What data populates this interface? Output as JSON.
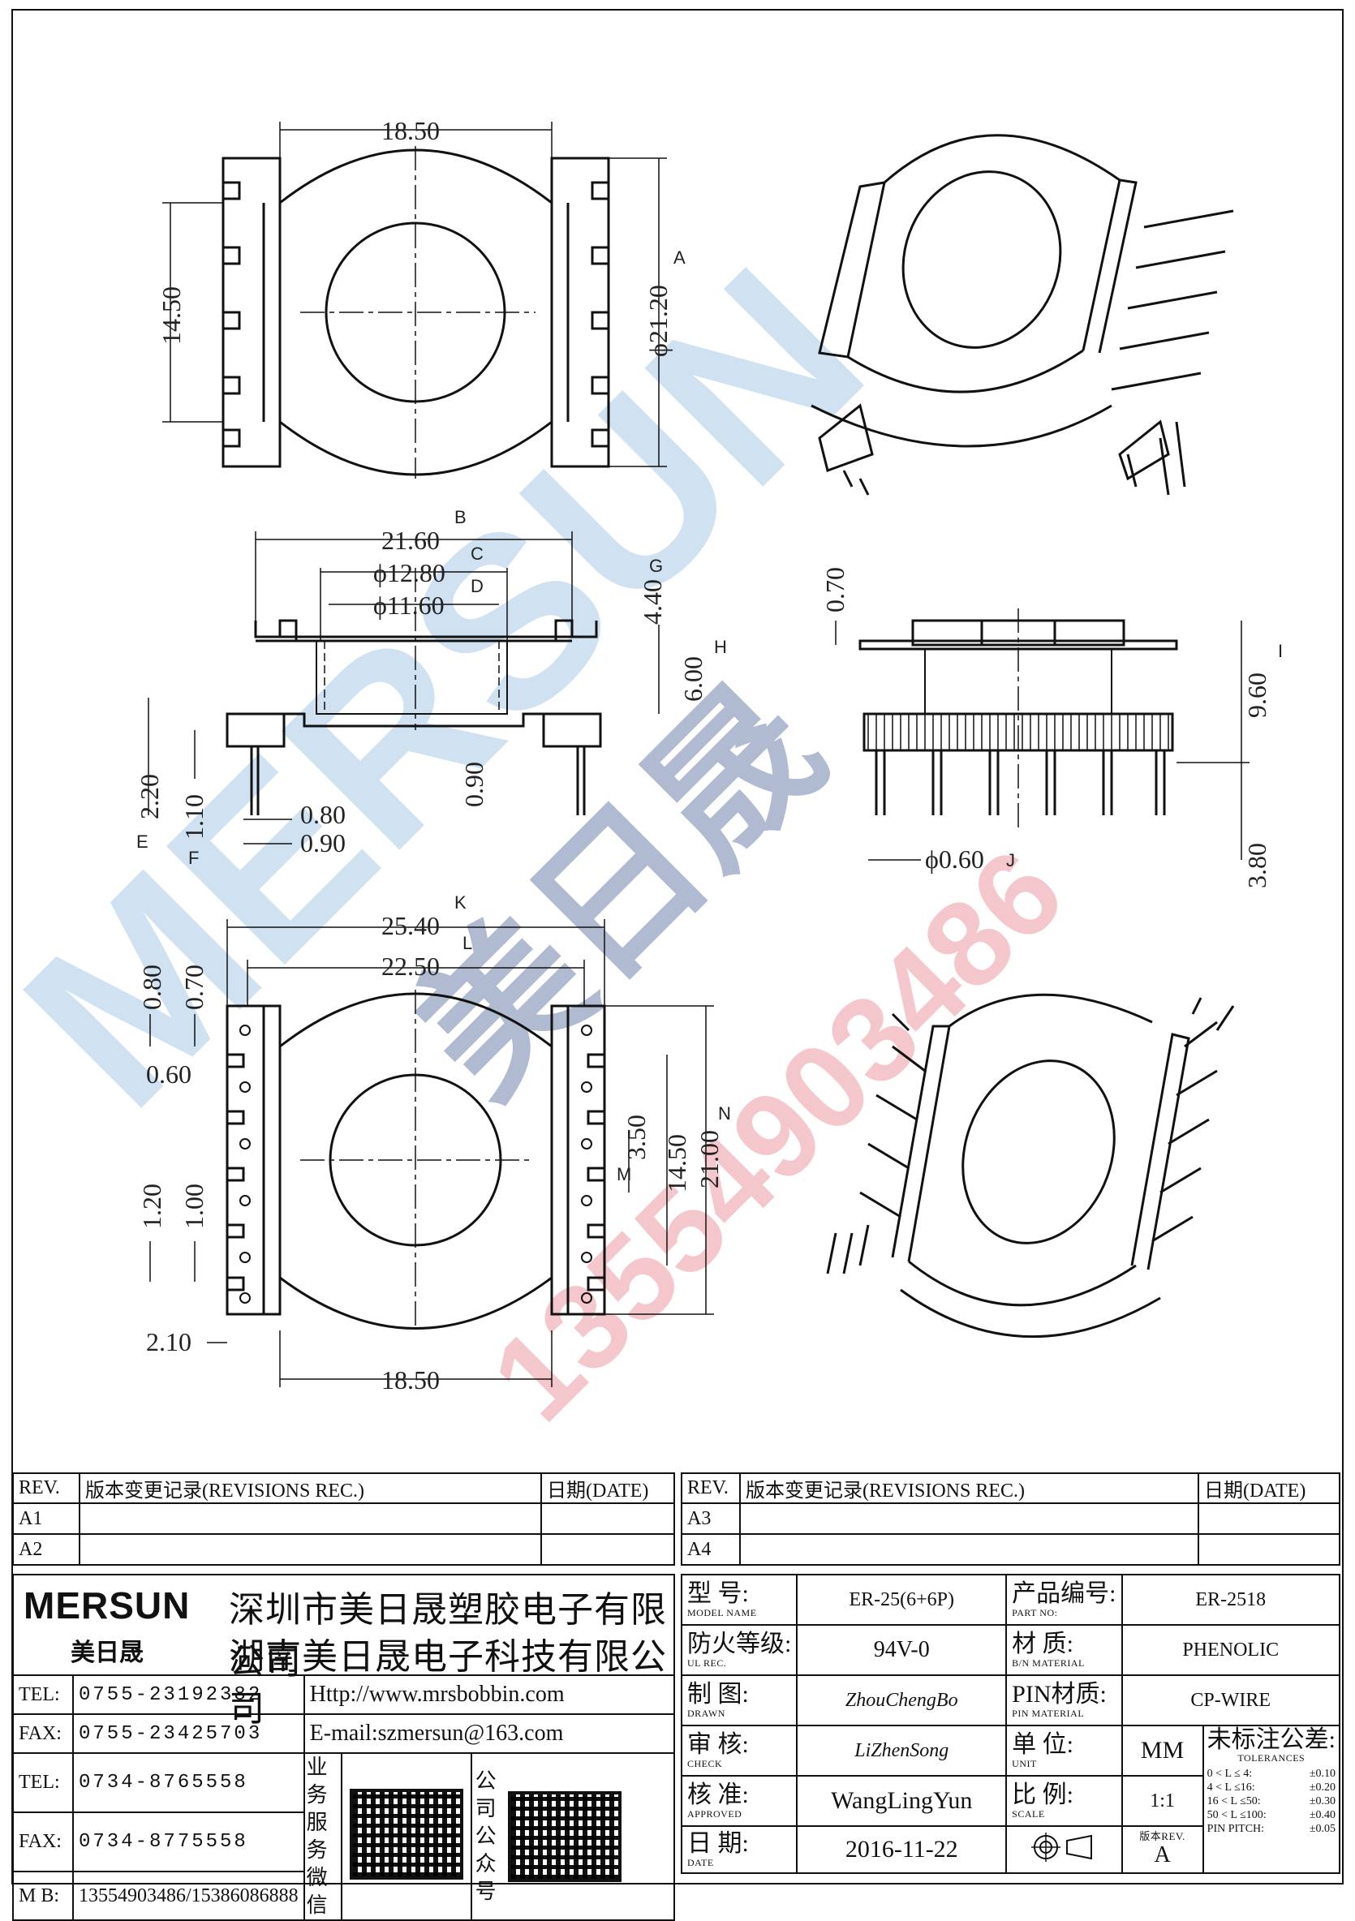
{
  "dimensions": {
    "top_view": {
      "width": "18.50",
      "height": "14.50",
      "diameter": "ϕ21.20",
      "ref_diameter": "A"
    },
    "side_view": {
      "w1": "21.60",
      "w1_ref": "B",
      "d1": "ϕ12.80",
      "d1_ref": "C",
      "d2": "ϕ11.60",
      "d2_ref": "D",
      "h_top": "4.40",
      "h_top_ref": "G",
      "h_mid": "6.00",
      "h_mid_ref": "H",
      "pin_len": "2.20",
      "pin_len_ref": "E",
      "pin_step": "1.10",
      "pin_step_ref": "F",
      "pin_w1": "0.80",
      "pin_w2": "0.90",
      "flange": "0.90"
    },
    "front_view": {
      "top": "0.70",
      "height": "9.60",
      "height_ref": "I",
      "pin_d": "ϕ0.60",
      "pin_d_ref": "J",
      "pin_len": "3.80"
    },
    "bottom_view": {
      "w1": "25.40",
      "w1_ref": "K",
      "w2": "22.50",
      "w2_ref": "L",
      "d_a": "0.80",
      "d_b": "0.70",
      "d_c": "0.60",
      "d_d": "1.20",
      "d_e": "1.00",
      "d_f": "2.10",
      "pitch": "3.50",
      "pitch_ref": "M",
      "span": "14.50",
      "span_ref": "N",
      "total": "21.00",
      "bottom": "18.50"
    }
  },
  "watermark": {
    "brand": "MERSUN",
    "chars": "美日晟",
    "phone": "13554903486"
  },
  "title_block": {
    "rev_header": "REV.",
    "rev_rec_header": "版本变更记录(REVISIONS REC.)",
    "date_header": "日期(DATE)",
    "left_revs": [
      "A1",
      "A2"
    ],
    "right_revs": [
      "A3",
      "A4"
    ],
    "logo": "MERSUN",
    "logo_cn": "美日晟",
    "company1": "深圳市美日晟塑胶电子有限公司",
    "company2": "湖南美日晟电子科技有限公司",
    "contacts": [
      {
        "label": "TEL:",
        "value": "0755-23192382"
      },
      {
        "label": "FAX:",
        "value": "0755-23425703"
      },
      {
        "label": "TEL:",
        "value": "0734-8765558"
      },
      {
        "label": "FAX:",
        "value": "0734-8775558"
      },
      {
        "label": "M B:",
        "value": "13554903486/15386086888"
      }
    ],
    "http": "Http://www.mrsbobbin.com",
    "email": "E-mail:szmersun@163.com",
    "qr1_label": "业务服务微信",
    "qr2_label": "公司公众号",
    "fields": {
      "model_cn": "型 号:",
      "model_en": "MODEL NAME",
      "model": "ER-25(6+6P)",
      "part_cn": "产品编号:",
      "part_en": "PART NO:",
      "part": "ER-2518",
      "ul_cn": "防火等级:",
      "ul_en": "UL REC.",
      "ul": "94V-0",
      "mat_cn": "材 质:",
      "mat_en": "B/N MATERIAL",
      "mat": "PHENOLIC",
      "drawn_cn": "制 图:",
      "drawn_en": "DRAWN",
      "drawn": "ZhouChengBo",
      "pinmat_cn": "PIN材质:",
      "pinmat_en": "PIN MATERIAL",
      "pinmat": "CP-WIRE",
      "check_cn": "审 核:",
      "check_en": "CHECK",
      "check": "LiZhenSong",
      "unit_cn": "单 位:",
      "unit_en": "UNIT",
      "unit": "MM",
      "tol_cn": "未标注公差:",
      "tol_en": "TOLERANCES",
      "approved_cn": "核 准:",
      "approved_en": "APPROVED",
      "approved": "WangLingYun",
      "scale_cn": "比 例:",
      "scale_en": "SCALE",
      "scale": "1:1",
      "date_cn": "日 期:",
      "date_en": "DATE",
      "date": "2016-11-22",
      "version_cn": "版本REV.",
      "version": "A"
    },
    "tolerances": [
      {
        "range": "0 < L ≤ 4:",
        "tol": "±0.10"
      },
      {
        "range": "4 < L ≤16:",
        "tol": "±0.20"
      },
      {
        "range": "16 < L ≤50:",
        "tol": "±0.30"
      },
      {
        "range": "50 < L ≤100:",
        "tol": "±0.40"
      },
      {
        "range": "PIN PITCH:",
        "tol": "±0.05"
      }
    ]
  }
}
